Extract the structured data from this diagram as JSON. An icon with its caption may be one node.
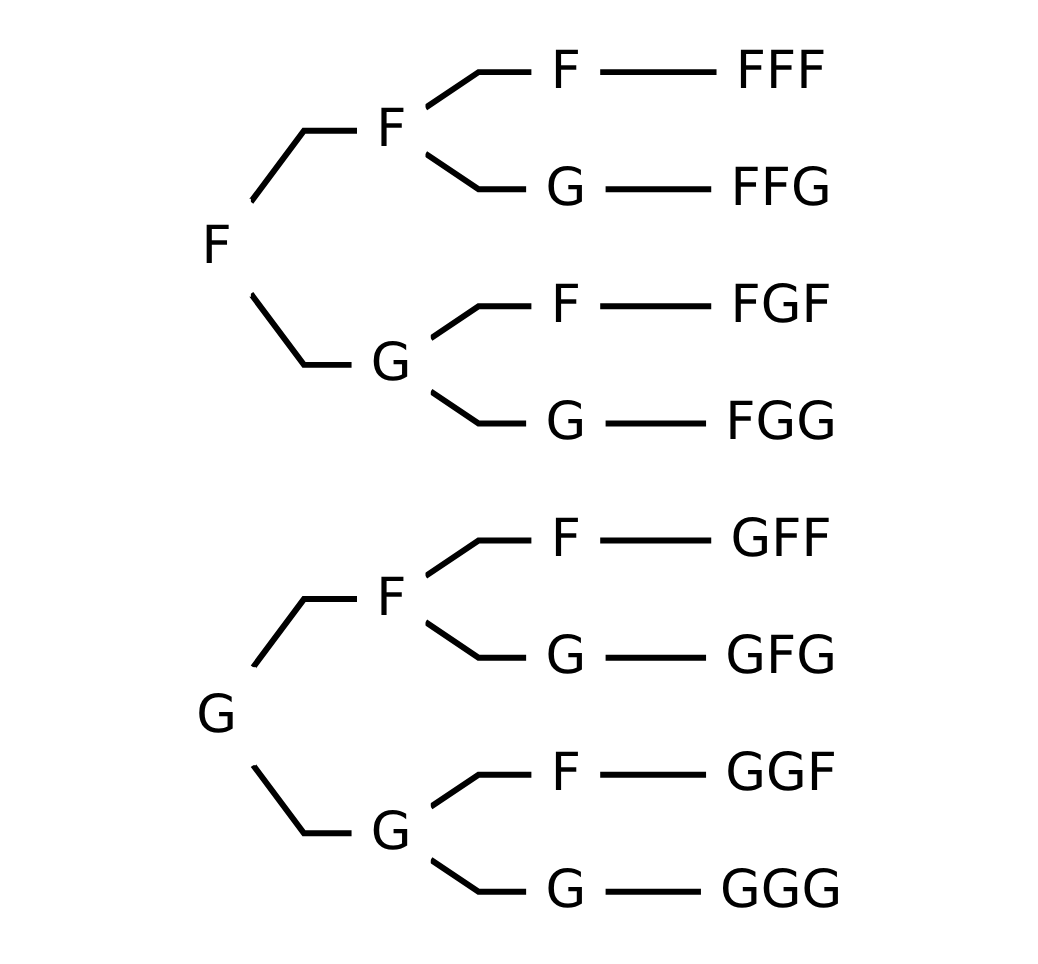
{
  "diagram": {
    "nodes": [
      {
        "text": [
          "F"
        ]
      },
      {
        "text": [
          "F"
        ]
      },
      {
        "text": [
          "F"
        ]
      },
      {
        "text": [
          "FFF"
        ]
      },
      {
        "text": [
          "G"
        ]
      },
      {
        "text": [
          "FFG"
        ]
      },
      {
        "text": [
          "G"
        ]
      },
      {
        "text": [
          "F"
        ]
      },
      {
        "text": [
          "FGF"
        ]
      },
      {
        "text": [
          "G"
        ]
      },
      {
        "text": [
          "FGG"
        ]
      },
      {
        "text": [
          "G"
        ]
      },
      {
        "text": [
          "F"
        ]
      },
      {
        "text": [
          "F"
        ]
      },
      {
        "text": [
          "GFF"
        ]
      },
      {
        "text": [
          "G"
        ]
      },
      {
        "text": [
          "GFG"
        ]
      },
      {
        "text": [
          "G"
        ]
      },
      {
        "text": [
          "F"
        ]
      },
      {
        "text": [
          "GGF"
        ]
      },
      {
        "text": [
          "G"
        ]
      },
      {
        "text": [
          "GGG"
        ]
      }
    ],
    "edges": [
      {
        "from": 0,
        "to": 1,
        "arrow": "none"
      },
      {
        "from": 1,
        "to": 2,
        "arrow": "none"
      },
      {
        "from": 2,
        "to": 3,
        "arrow": "none"
      },
      {
        "from": 1,
        "to": 4,
        "arrow": "none"
      },
      {
        "from": 4,
        "to": 5,
        "arrow": "none"
      },
      {
        "from": 0,
        "to": 6,
        "arrow": "none"
      },
      {
        "from": 6,
        "to": 7,
        "arrow": "none"
      },
      {
        "from": 7,
        "to": 8,
        "arrow": "none"
      },
      {
        "from": 6,
        "to": 9,
        "arrow": "none"
      },
      {
        "from": 9,
        "to": 10,
        "arrow": "none"
      },
      {
        "from": 11,
        "to": 12,
        "arrow": "none"
      },
      {
        "from": 12,
        "to": 13,
        "arrow": "none"
      },
      {
        "from": 13,
        "to": 14,
        "arrow": "none"
      },
      {
        "from": 12,
        "to": 15,
        "arrow": "none"
      },
      {
        "from": 15,
        "to": 16,
        "arrow": "none"
      },
      {
        "from": 11,
        "to": 17,
        "arrow": "none"
      },
      {
        "from": 17,
        "to": 18,
        "arrow": "none"
      },
      {
        "from": 18,
        "to": 19,
        "arrow": "none"
      },
      {
        "from": 17,
        "to": 20,
        "arrow": "none"
      },
      {
        "from": 20,
        "to": 21,
        "arrow": "none"
      }
    ]
  }
}
